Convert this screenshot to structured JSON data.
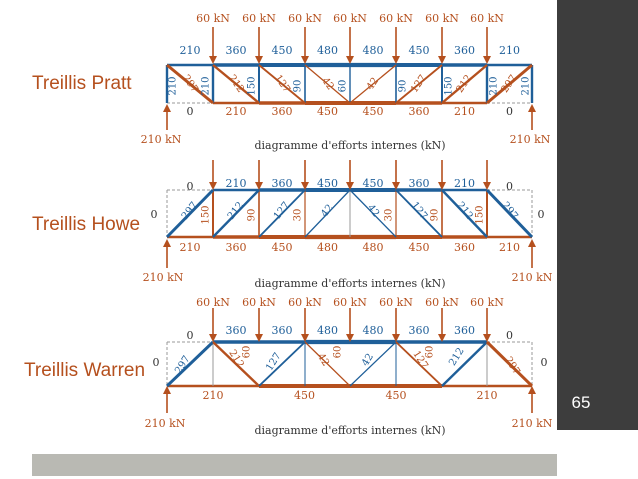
{
  "page_number": "65",
  "colors": {
    "compression": "#1f5f99",
    "tension": "#b5501e",
    "zero": "#999999",
    "load": "#b5501e",
    "sidebar": "#3d3d3d",
    "band": "#b9b9b3"
  },
  "trusses": [
    {
      "name": "Treillis Pratt",
      "load_label": "60 kN",
      "support_label": "210 kN",
      "caption": "diagramme d'efforts internes (kN)",
      "top_chord": [
        "210",
        "360",
        "450",
        "480",
        "480",
        "450",
        "360",
        "210"
      ],
      "bottom_chord": [
        "0",
        "210",
        "360",
        "450",
        "450",
        "360",
        "210",
        "0"
      ],
      "verticals": [
        "210",
        "210",
        "150",
        "90",
        "60",
        "90",
        "150",
        "210",
        "210"
      ],
      "diagonals": [
        "297",
        "212",
        "127",
        "42",
        "42",
        "127",
        "212",
        "297"
      ]
    },
    {
      "name": "Treillis Howe",
      "load_label": "60 kN",
      "support_label": "210 kN",
      "caption": "diagramme d'efforts internes (kN)",
      "top_chord": [
        "0",
        "210",
        "360",
        "450",
        "450",
        "360",
        "210",
        "0"
      ],
      "bottom_chord": [
        "210",
        "360",
        "450",
        "480",
        "480",
        "450",
        "360",
        "210"
      ],
      "verticals": [
        "0",
        "150",
        "90",
        "30",
        "30",
        "90",
        "150",
        "0"
      ],
      "diagonals": [
        "297",
        "212",
        "127",
        "42",
        "42",
        "127",
        "212",
        "297"
      ]
    },
    {
      "name": "Treillis Warren",
      "load_label": "60 kN",
      "support_label": "210 kN",
      "caption": "diagramme d'efforts internes (kN)",
      "top_chord": [
        "0",
        "360",
        "360",
        "480",
        "480",
        "360",
        "360",
        "0"
      ],
      "bottom_chord": [
        "210",
        "450",
        "450",
        "210"
      ],
      "verticals": [
        "0",
        "60",
        "60",
        "60",
        "0"
      ],
      "diagonals": [
        "297",
        "212",
        "127",
        "42",
        "42",
        "127",
        "212",
        "297"
      ]
    }
  ]
}
